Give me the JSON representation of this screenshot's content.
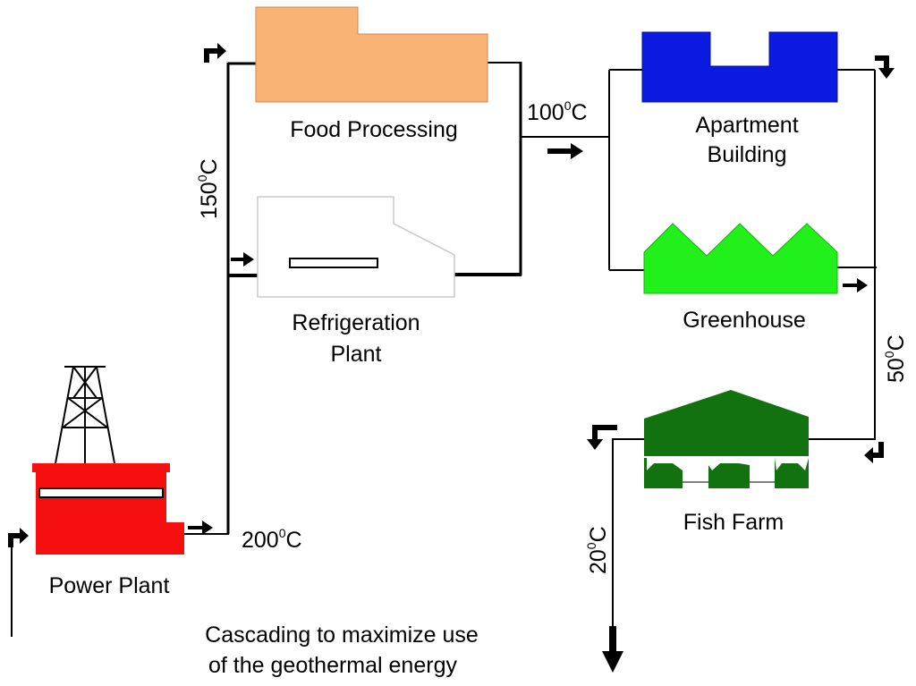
{
  "facilities": {
    "food_processing": "Food Processing",
    "refrigeration_line1": "Refrigeration",
    "refrigeration_line2": "Plant",
    "apartment_line1": "Apartment",
    "apartment_line2": "Building",
    "greenhouse": "Greenhouse",
    "fish_farm": "Fish Farm",
    "power_plant": "Power Plant"
  },
  "temperatures": {
    "t200": {
      "value": "200",
      "deg": "0",
      "unit": "C"
    },
    "t150": {
      "value": "150",
      "deg": "0",
      "unit": "C"
    },
    "t100": {
      "value": "100",
      "deg": "0",
      "unit": "C"
    },
    "t50": {
      "value": "50",
      "deg": "0",
      "unit": "C"
    },
    "t20": {
      "value": "20",
      "deg": "0",
      "unit": "C"
    }
  },
  "caption": {
    "line1": "Cascading to maximize use",
    "line2": "of the geothermal energy"
  },
  "colors": {
    "food_processing": "#F9B375",
    "apartment": "#0A1AE0",
    "greenhouse": "#22F01A",
    "fish_farm": "#12720F",
    "power_plant": "#F50F0F",
    "refrigeration_outline": "#C8C8C8"
  }
}
